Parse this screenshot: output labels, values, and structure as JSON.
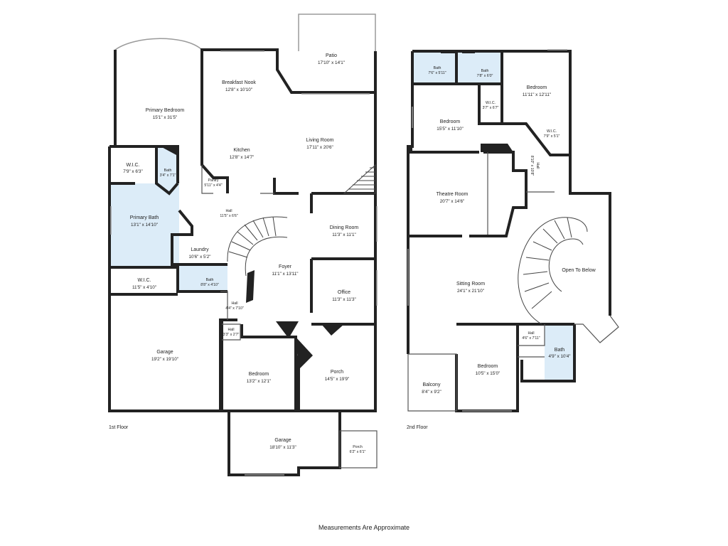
{
  "footer": "Measurements Are Approximate",
  "floors": {
    "first": "1st Floor",
    "second": "2nd Floor"
  },
  "first_floor_rooms": {
    "patio": {
      "name": "Patio",
      "dim": "17'10\" x 14'1\""
    },
    "breakfast_nook": {
      "name": "Breakfast Nook",
      "dim": "12'8\" x 10'10\""
    },
    "primary_bedroom": {
      "name": "Primary Bedroom",
      "dim": "15'1\" x 31'5\""
    },
    "kitchen": {
      "name": "Kitchen",
      "dim": "12'8\" x 14'7\""
    },
    "living_room": {
      "name": "Living Room",
      "dim": "17'11\" x 20'6\""
    },
    "wic_upper": {
      "name": "W.I.C.",
      "dim": "7'9\" x 6'3\""
    },
    "bath_small": {
      "name": "Bath",
      "dim": "3'4\" x 7'1\""
    },
    "pantry": {
      "name": "Pantry",
      "dim": "5'11\" x 4'4\""
    },
    "hall_upper": {
      "name": "Hall",
      "dim": "11'5\" x 6'6\""
    },
    "dining_room": {
      "name": "Dining Room",
      "dim": "11'3\" x 11'1\""
    },
    "primary_bath": {
      "name": "Primary Bath",
      "dim": "13'1\" x 14'10\""
    },
    "laundry": {
      "name": "Laundry",
      "dim": "10'6\" x 5'2\""
    },
    "foyer": {
      "name": "Foyer",
      "dim": "11'1\" x 13'11\""
    },
    "bath_mid": {
      "name": "Bath",
      "dim": "8'8\" x 4'10\""
    },
    "wic_lower": {
      "name": "W.I.C.",
      "dim": "11'5\" x 4'10\""
    },
    "office": {
      "name": "Office",
      "dim": "11'3\" x 11'3\""
    },
    "hall_mid": {
      "name": "Hall",
      "dim": "4'4\" x 7'10\""
    },
    "hall_tiny": {
      "name": "Hall",
      "dim": "3'3\" x 2'7\""
    },
    "garage_main": {
      "name": "Garage",
      "dim": "19'2\" x 19'10\""
    },
    "bedroom_first": {
      "name": "Bedroom",
      "dim": "13'2\" x 12'1\""
    },
    "porch_main": {
      "name": "Porch",
      "dim": "14'5\" x 19'9\""
    },
    "garage_lower": {
      "name": "Garage",
      "dim": "18'10\" x 11'3\""
    },
    "porch_small": {
      "name": "Porch",
      "dim": "6'2\" x 6'1\""
    }
  },
  "second_floor_rooms": {
    "bath_a": {
      "name": "Bath",
      "dim": "7'6\" x 5'11\""
    },
    "bath_b": {
      "name": "Bath",
      "dim": "7'8\" x 6'0\""
    },
    "bedroom_ne": {
      "name": "Bedroom",
      "dim": "11'11\" x 12'11\""
    },
    "wic_a": {
      "name": "W.I.C.",
      "dim": "3'7\" x 6'7\""
    },
    "bedroom_nw": {
      "name": "Bedroom",
      "dim": "15'5\" x 11'10\""
    },
    "wic_b": {
      "name": "W.I.C.",
      "dim": "7'9\" x 5'1\""
    },
    "hall_rot": {
      "name": "Hall",
      "dim": "8'10\" x 10'8\""
    },
    "theatre": {
      "name": "Theatre Room",
      "dim": "20'7\" x 14'6\""
    },
    "open_below": {
      "name": "Open To Below"
    },
    "sitting": {
      "name": "Sitting Room",
      "dim": "24'1\" x 21'10\""
    },
    "hall_small": {
      "name": "Hall",
      "dim": "4'6\" x 7'11\""
    },
    "bedroom_s": {
      "name": "Bedroom",
      "dim": "10'5\" x 15'0\""
    },
    "bath_s": {
      "name": "Bath",
      "dim": "4'9\" x 10'4\""
    },
    "balcony": {
      "name": "Balcony",
      "dim": "8'4\" x 9'2\""
    }
  }
}
